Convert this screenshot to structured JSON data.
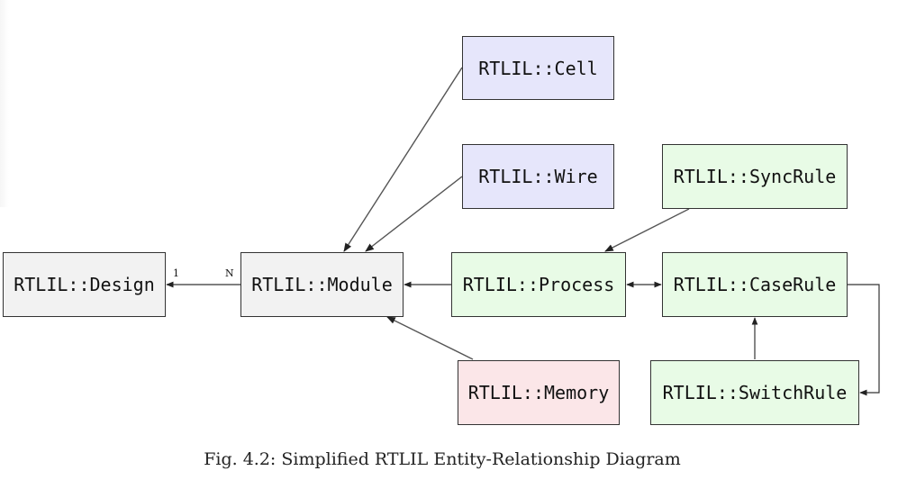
{
  "nodes": {
    "design": {
      "label": "RTLIL::Design"
    },
    "module": {
      "label": "RTLIL::Module"
    },
    "cell": {
      "label": "RTLIL::Cell"
    },
    "wire": {
      "label": "RTLIL::Wire"
    },
    "process": {
      "label": "RTLIL::Process"
    },
    "memory": {
      "label": "RTLIL::Memory"
    },
    "syncrule": {
      "label": "RTLIL::SyncRule"
    },
    "caserule": {
      "label": "RTLIL::CaseRule"
    },
    "switchrule": {
      "label": "RTLIL::SwitchRule"
    }
  },
  "cardinality": {
    "design_side": "1",
    "module_side": "N"
  },
  "caption": "Fig. 4.2: Simplified RTLIL Entity-Relationship Diagram",
  "colors": {
    "gray": "#f2f2f2",
    "blue": "#e6e6fb",
    "green": "#e8fbe6",
    "pink": "#fbe6e8",
    "border": "#333333",
    "edge": "#444444"
  }
}
